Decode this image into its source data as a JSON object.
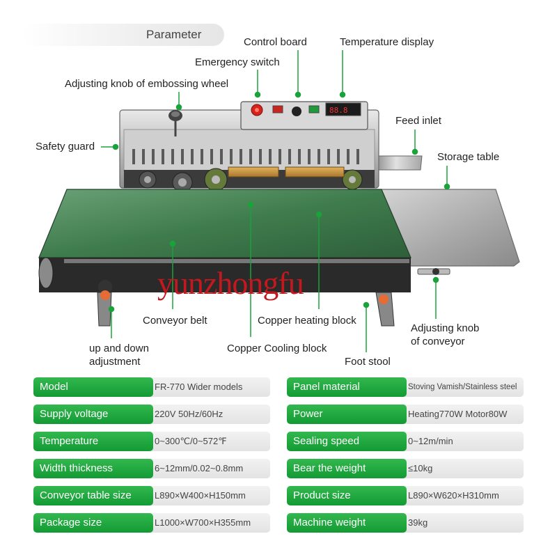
{
  "header": {
    "title": "Parameter"
  },
  "callouts": {
    "control_board": "Control board",
    "temperature_display": "Temperature display",
    "emergency_switch": "Emergency switch",
    "adjusting_knob_embossing": "Adjusting knob of embossing wheel",
    "feed_inlet": "Feed inlet",
    "safety_guard": "Safety guard",
    "storage_table": "Storage table",
    "conveyor_belt": "Conveyor belt",
    "copper_heating_block": "Copper heating block",
    "adjusting_knob_conveyor_1": "Adjusting knob",
    "adjusting_knob_conveyor_2": "of conveyor",
    "up_down_1": "up and down",
    "up_down_2": "adjustment",
    "copper_cooling_block": "Copper Cooling block",
    "foot_stool": "Foot stool"
  },
  "watermark": "yunzhongfu",
  "colors": {
    "accent_green": "#1aa23b",
    "label_text": "#ffffff",
    "value_bg": "#ececec",
    "watermark": "#c2181e",
    "belt": "#3f7c4d"
  },
  "specs": {
    "left": [
      {
        "label": "Model",
        "value": "FR-770 Wider models"
      },
      {
        "label": "Supply voltage",
        "value": "220V  50Hz/60Hz"
      },
      {
        "label": "Temperature",
        "value": "0~300℃/0~572℉"
      },
      {
        "label": "Width thickness",
        "value": "6~12mm/0.02~0.8mm"
      },
      {
        "label": "Conveyor table size",
        "value": "L890×W400×H150mm"
      },
      {
        "label": "Package size",
        "value": "L1000×W700×H355mm"
      }
    ],
    "right": [
      {
        "label": "Panel material",
        "value": "Stoving Vamish/Stainless steel"
      },
      {
        "label": "Power",
        "value": "Heating770W  Motor80W"
      },
      {
        "label": "Sealing speed",
        "value": "0~12m/min"
      },
      {
        "label": "Bear the weight",
        "value": "≤10kg"
      },
      {
        "label": "Product size",
        "value": "L890×W620×H310mm"
      },
      {
        "label": "Machine weight",
        "value": "39kg"
      }
    ]
  }
}
